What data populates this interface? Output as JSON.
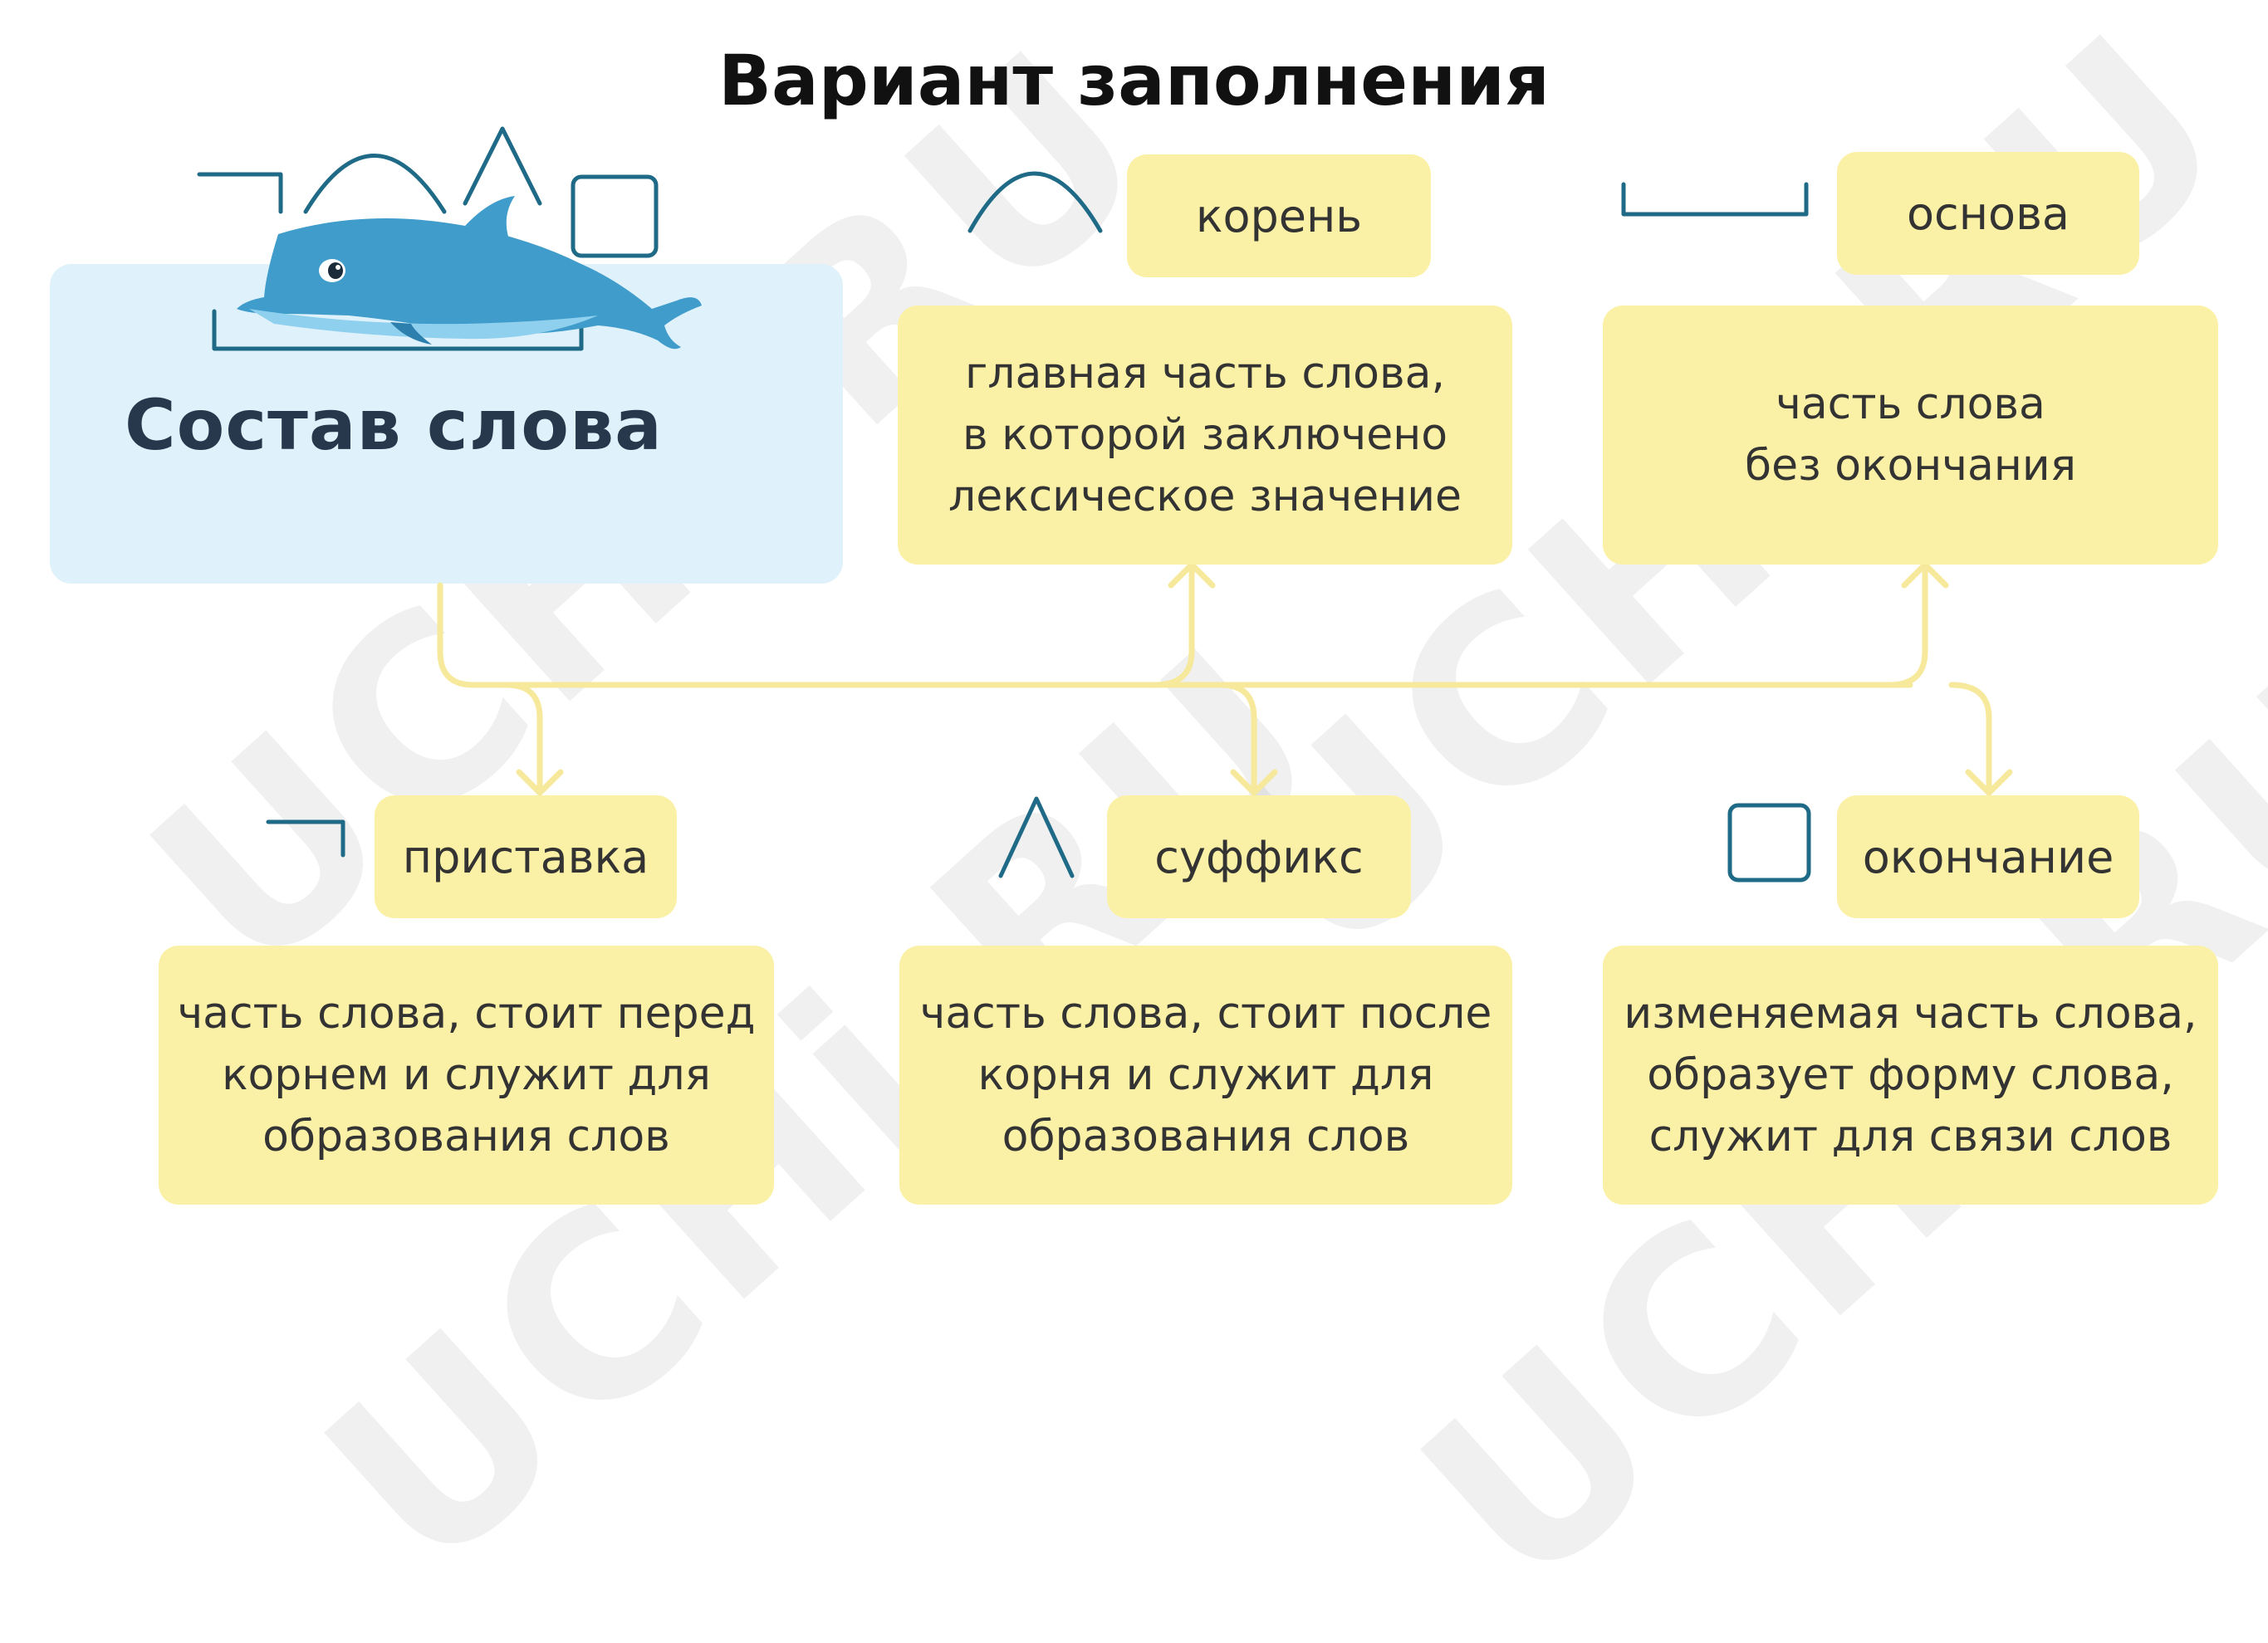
{
  "title": "Вариант заполнения",
  "topic": "Состав слова",
  "watermark": "UCHi.RU",
  "colors": {
    "accent_yellow": "#fbf1a6",
    "connector": "#f7e99b",
    "topic_bg": "#dff1fa",
    "morpheme_symbol": "#1f6a86",
    "dolphin": "#3f9ccb"
  },
  "nodes": [
    {
      "id": "root",
      "label": "корень",
      "symbol": "root-arc-icon",
      "description": [
        "главная часть слова,",
        "в которой заключено",
        "лексическое значение"
      ]
    },
    {
      "id": "stem",
      "label": "основа",
      "symbol": "stem-bracket-icon",
      "description": [
        "часть слова",
        "без окончания"
      ]
    },
    {
      "id": "prefix",
      "label": "приставка",
      "symbol": "prefix-corner-icon",
      "description": [
        "часть слова, стоит перед",
        "корнем и служит для",
        "образования слов"
      ]
    },
    {
      "id": "suffix",
      "label": "суффикс",
      "symbol": "suffix-caret-icon",
      "description": [
        "часть слова, стоит после",
        "корня и служит для",
        "образования слов"
      ]
    },
    {
      "id": "ending",
      "label": "окончание",
      "symbol": "ending-square-icon",
      "description": [
        "изменяемая часть слова,",
        "образует форму слова,",
        "служит для связи слов"
      ]
    }
  ]
}
